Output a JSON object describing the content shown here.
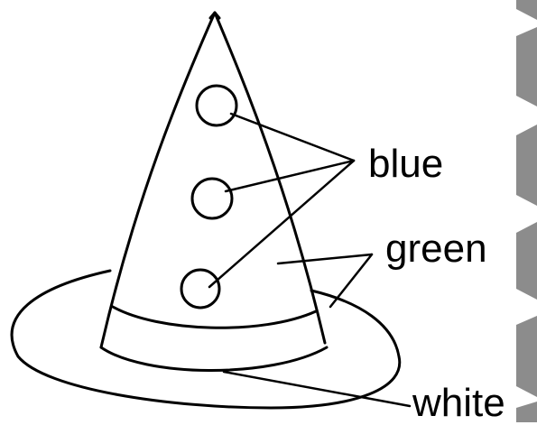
{
  "labels": {
    "blue": "blue",
    "green": "green",
    "white": "white"
  },
  "colors": {
    "line": "#000000",
    "background": "#ffffff",
    "edge_strip": "#8c8c8c"
  }
}
